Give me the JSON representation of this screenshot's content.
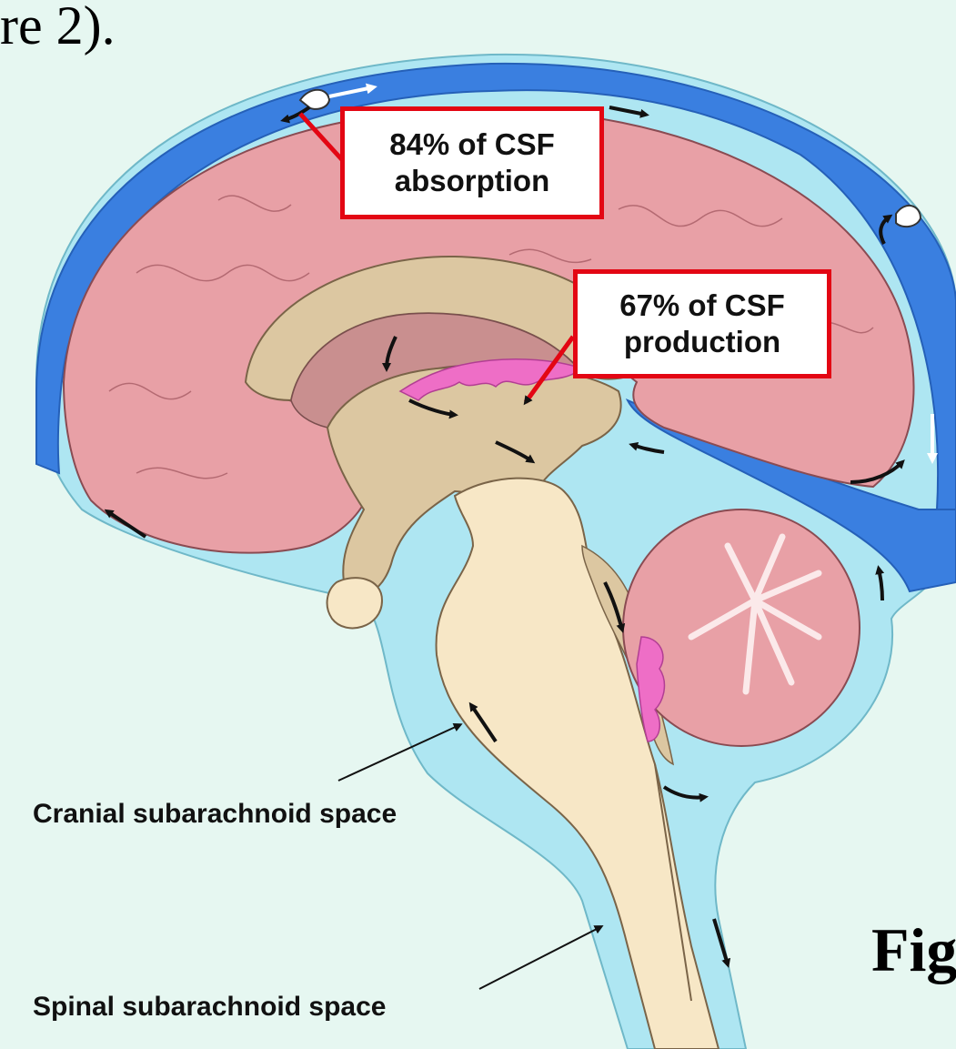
{
  "page": {
    "partial_sentence": "re 2).",
    "partial_figure_label": "Fig"
  },
  "callouts": {
    "absorption": {
      "line1": "84% of CSF",
      "line2": "absorption"
    },
    "production": {
      "line1": "67% of CSF",
      "line2": "production"
    }
  },
  "labels": {
    "cranial": "Cranial subarachnoid space",
    "spinal": "Spinal subarachnoid space"
  },
  "colors": {
    "background": "#e6f7f1",
    "csf_space": "#aee6f2",
    "venous_sinus": "#3a7fe0",
    "cerebrum": "#e8a0a6",
    "brainstem": "#f7e7c6",
    "diencephalon": "#dcc7a1",
    "choroid_plexus": "#ee6ec6",
    "callout_border": "#e30613"
  }
}
